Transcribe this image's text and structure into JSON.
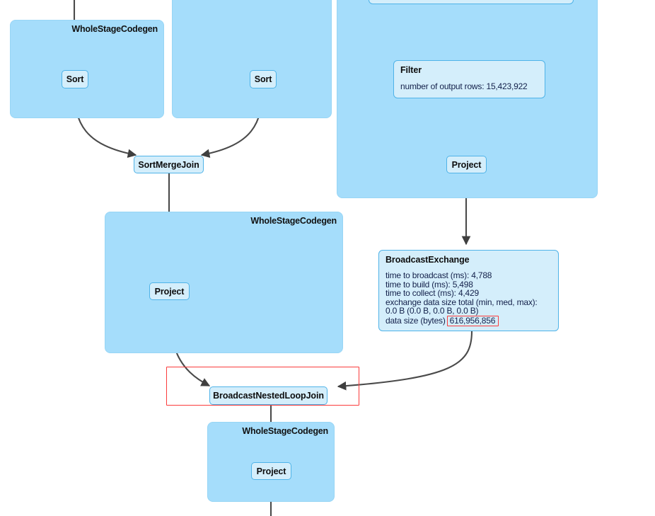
{
  "diagram": {
    "type": "spark-sql-query-plan",
    "colors": {
      "cluster_fill": "#a5ddfb",
      "node_fill": "#d4eefb",
      "node_border": "#4fb3e8",
      "edge": "#4a4a4a",
      "highlight": "#fb3b3b",
      "background": "#ffffff"
    },
    "clusters": [
      {
        "id": "wsc-left",
        "label": "WholeStageCodegen"
      },
      {
        "id": "wsc-mid-top",
        "label": ""
      },
      {
        "id": "wsc-right",
        "label": ""
      },
      {
        "id": "wsc-middle",
        "label": "WholeStageCodegen"
      },
      {
        "id": "wsc-bottom",
        "label": "WholeStageCodegen"
      }
    ],
    "nodes": {
      "sort_left": {
        "label": "Sort"
      },
      "sort_right": {
        "label": "Sort"
      },
      "sort_merge_join": {
        "label": "SortMergeJoin"
      },
      "filter": {
        "title": "Filter",
        "metrics": [
          "number of output rows: 15,423,922"
        ]
      },
      "project_right": {
        "label": "Project"
      },
      "project_middle": {
        "label": "Project"
      },
      "broadcast_exchange": {
        "title": "BroadcastExchange",
        "metrics": [
          "time to broadcast (ms): 4,788",
          "time to build (ms): 5,498",
          "time to collect (ms): 4,429",
          "exchange data size total (min, med, max):",
          "0.0 B (0.0 B, 0.0 B, 0.0 B)"
        ],
        "data_size_label": "data size (bytes)",
        "data_size_value": "616,956,856"
      },
      "broadcast_nested_loop_join": {
        "label": "BroadcastNestedLoopJoin"
      },
      "project_bottom": {
        "label": "Project"
      }
    }
  }
}
